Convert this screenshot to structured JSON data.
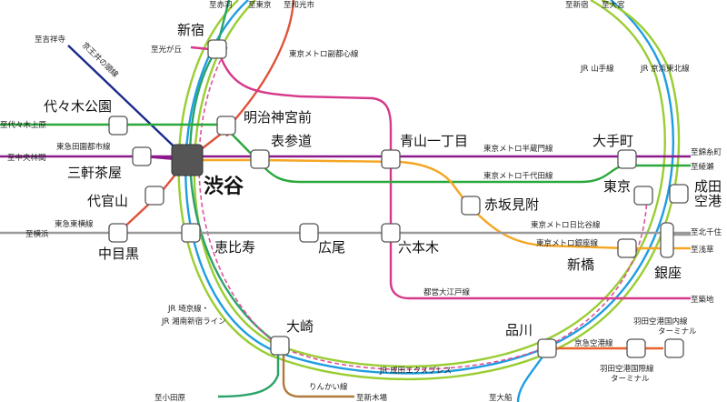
{
  "colors": {
    "yamanote": "#9acd32",
    "keihin_tohoku": "#1e9ee0",
    "saikyo": "#2aa36b",
    "fukutoshin": "#e0523a",
    "hanzomon": "#8a1a8c",
    "chiyoda": "#2aa83c",
    "ginza": "#f5a623",
    "hibiya": "#9a9a9a",
    "oedo": "#d6388a",
    "inokashira": "#1a2a8c",
    "rinkai": "#b07a3c",
    "keikyu": "#e8632a",
    "narita_express": "#e0529a"
  },
  "stations": {
    "shinjuku": "新宿",
    "yoyogi_koen": "代々木公園",
    "meiji_jingumae": "明治神宮前",
    "omotesando": "表参道",
    "aoyama_itchome": "青山一丁目",
    "otemachi": "大手町",
    "sangenjaya": "三軒茶屋",
    "shibuya": "渋谷",
    "tokyo": "東京",
    "narita_airport": "成田\n空港",
    "akasaka_mitsuke": "赤坂見附",
    "daikanyama": "代官山",
    "nakameguro": "中目黒",
    "ebisu": "恵比寿",
    "hiroo": "広尾",
    "roppongi": "六本木",
    "shimbashi": "新橋",
    "ginza": "銀座",
    "osaki": "大崎",
    "shinagawa": "品川",
    "haneda_domestic": "羽田空港国内線\nターミナル",
    "haneda_international": "羽田空港国際線\nターミナル"
  },
  "directions": {
    "akabane": "至赤羽",
    "tokyo_dir": "至東京",
    "wakoshi": "至和光市",
    "kichijoji": "至吉祥寺",
    "hikarigaoka": "至光が丘",
    "yoyogi_uehara": "至代々木上原",
    "chuo_rinkan": "至中央林間",
    "yokohama": "至横浜",
    "shinjuku_dir": "至新宿",
    "omiya": "至大宮",
    "kinshicho": "至錦糸町",
    "ayase": "至綾瀬",
    "kita_senju": "至北千住",
    "asakusa": "至浅草",
    "tsukiji": "至築地",
    "odawara": "至小田原",
    "shin_kiba": "至新木場",
    "ofuna": "至大船"
  },
  "lines": {
    "inokashira": "京王井の頭線",
    "fukutoshin": "東京メトロ副都心線",
    "yamanote": "JR 山手線",
    "keihin_tohoku": "JR 京浜東北線",
    "denentoshi": "東急田園都市線",
    "hanzomon": "東京メトロ半蔵門線",
    "chiyoda": "東京メトロ千代田線",
    "toyoko": "東急東横線",
    "hibiya": "東京メトロ日比谷線",
    "ginza": "東京メトロ銀座線",
    "oedo": "都営大江戸線",
    "saikyo": "JR 埼京線・\nJR 湘南新宿ライン",
    "narita_express": "JR 成田エクスプレス",
    "keikyu": "京急空港線",
    "rinkai": "りんかい線"
  }
}
